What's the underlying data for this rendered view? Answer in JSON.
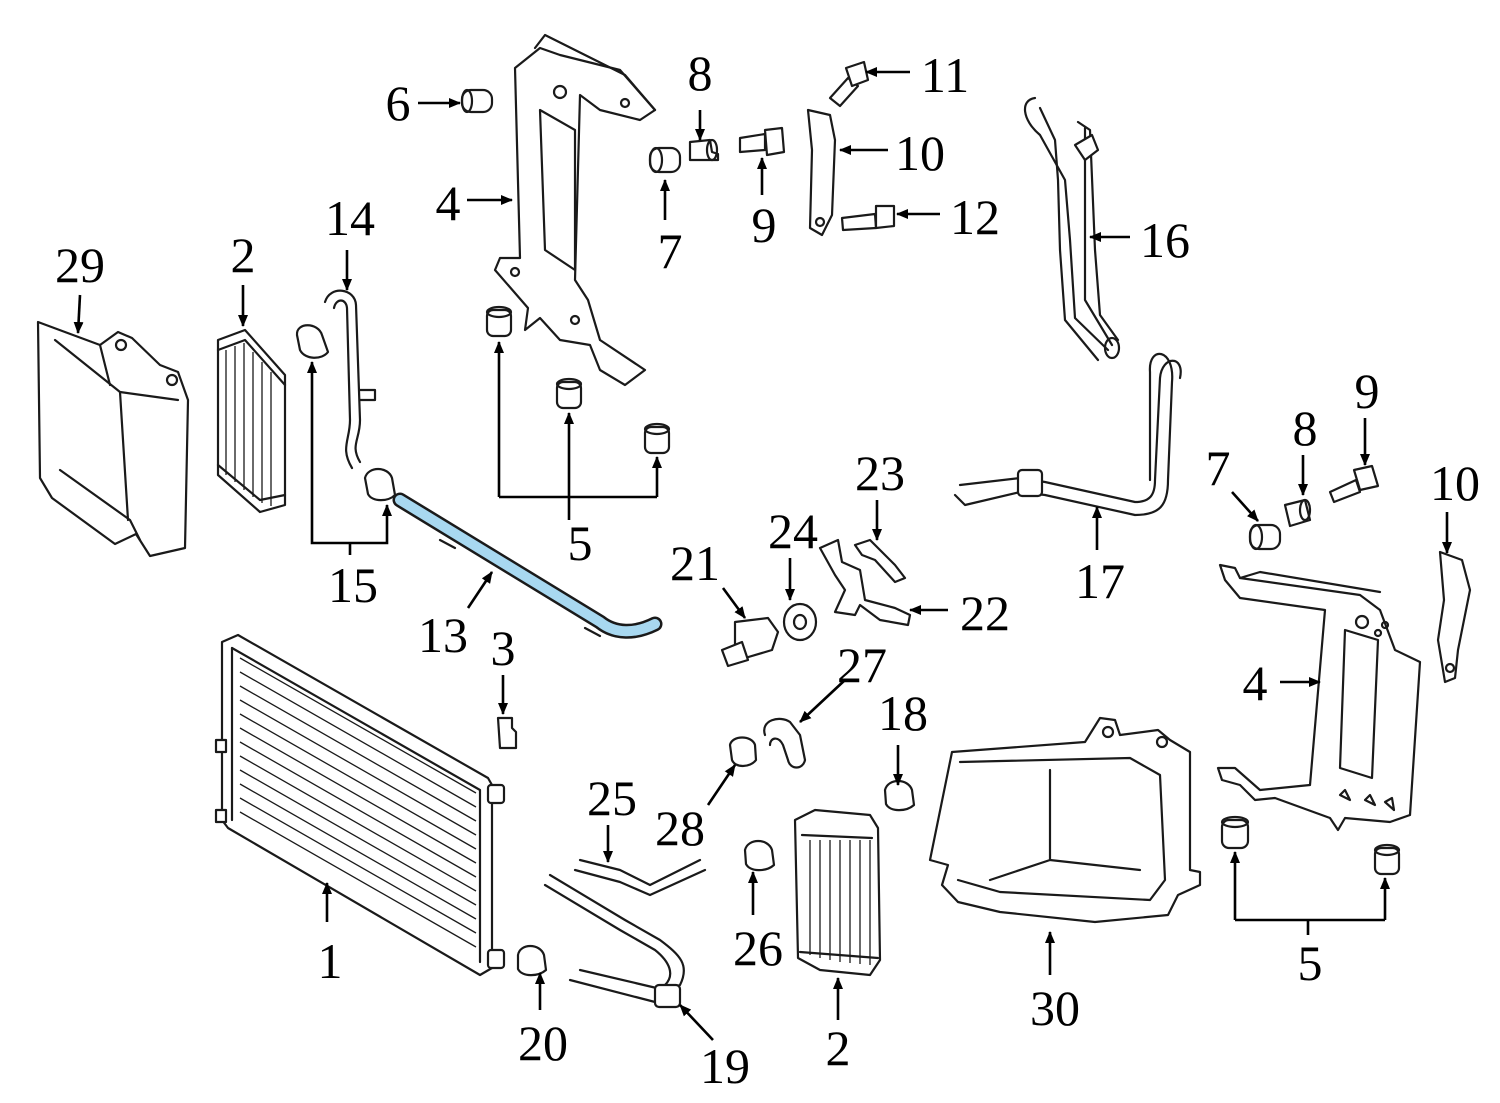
{
  "diagram": {
    "highlight_color": "#a8d8f0",
    "callouts": {
      "c1": "1",
      "c2a": "2",
      "c2b": "2",
      "c3": "3",
      "c4a": "4",
      "c4b": "4",
      "c5a": "5",
      "c5b": "5",
      "c6": "6",
      "c7a": "7",
      "c7b": "7",
      "c8a": "8",
      "c8b": "8",
      "c9a": "9",
      "c9b": "9",
      "c10a": "10",
      "c10b": "10",
      "c11": "11",
      "c12": "12",
      "c13": "13",
      "c14": "14",
      "c15": "15",
      "c16": "16",
      "c17": "17",
      "c18": "18",
      "c19": "19",
      "c20": "20",
      "c21": "21",
      "c22": "22",
      "c23": "23",
      "c24": "24",
      "c25": "25",
      "c26": "26",
      "c27": "27",
      "c28": "28",
      "c29": "29",
      "c30": "30"
    }
  }
}
